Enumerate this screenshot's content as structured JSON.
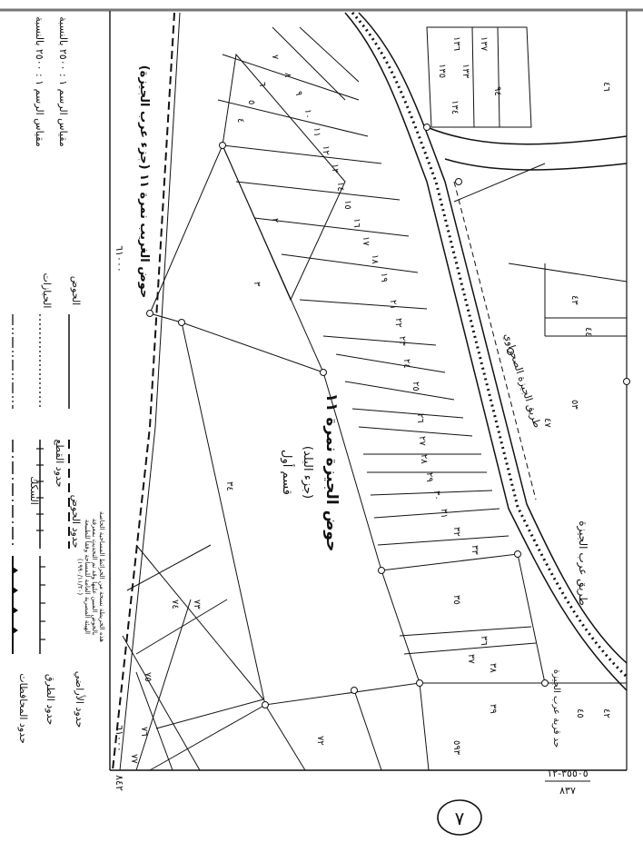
{
  "basin_title": "حوض الجيزة نمرة ١١",
  "basin_subtitle": "(جزء البلد)",
  "section_label": "قسم أول",
  "adjacent_basin_left": "حوض الغريب نمرة ١١ (جزء عرب الجيزة)",
  "road_label": "طريق عرب الجيزة",
  "road_upper_label": "طريق الجيزة الصحراوي",
  "border_note": "حد قرية عرب الجيزة",
  "sheet_code": "٣٥٥٠٥-١٢",
  "sheet_number": "٨٣٧",
  "page_number": "٧",
  "left_edge_code": "٨٤٢",
  "coord_top": "٦١٠٠٠",
  "coord_bottom": "٦١٠٠٠",
  "scale": {
    "line1": "مقياس الرسم ١ : ٢٥٠٠ بالنسبة",
    "line2": "مقياس الرسم ١ : ٢٥٠٠ بالنسبة"
  },
  "note": {
    "lines": [
      "هذه الخريطة نسخة من الخرائط المساحية الخاصة",
      "بالحوض المبين عليها وقد تم التحديث بمعرفة",
      "الهيئة المصرية العامة للمساحة وفقاً للطبيعة",
      "(١٩٩٠/١١/٢٠)"
    ]
  },
  "legend": {
    "items": [
      {
        "label": "حدود الحوض",
        "style": "dash"
      },
      {
        "label": "حدود القطع",
        "style": "plus"
      },
      {
        "label": "حدود الأراضي",
        "style": "dashdot"
      },
      {
        "label": "حدود الطرق",
        "style": "tick"
      },
      {
        "label": "السكك",
        "style": "dotdash"
      },
      {
        "label": "حدود المحافظات",
        "style": "tri"
      },
      {
        "label": "الحوض",
        "style": "thick"
      },
      {
        "label": "الحيازات",
        "style": "dot"
      }
    ]
  },
  "parcels": [
    {
      "label": "٣٤"
    },
    {
      "label": "٣"
    },
    {
      "label": "٢"
    },
    {
      "label": "٣٥"
    },
    {
      "label": "٣٦"
    },
    {
      "label": "٣٧"
    },
    {
      "label": "٣٨"
    },
    {
      "label": "٣٩"
    },
    {
      "label": "٣٢"
    },
    {
      "label": "٣٣"
    },
    {
      "label": "٣١"
    },
    {
      "label": "٣٠"
    },
    {
      "label": "٢٩"
    },
    {
      "label": "٢٨"
    },
    {
      "label": "٢٧"
    },
    {
      "label": "٢٦"
    },
    {
      "label": "٢٥"
    },
    {
      "label": "٢٤"
    },
    {
      "label": "٢٣"
    },
    {
      "label": "٢٢"
    },
    {
      "label": "٢١"
    },
    {
      "label": "١٩"
    },
    {
      "label": "١٨"
    },
    {
      "label": "١٧"
    },
    {
      "label": "١٦"
    },
    {
      "label": "١٥"
    },
    {
      "label": "١٤"
    },
    {
      "label": "١٣"
    },
    {
      "label": "١٢"
    },
    {
      "label": "١١"
    },
    {
      "label": "١٠"
    },
    {
      "label": "٩"
    },
    {
      "label": "٨"
    },
    {
      "label": "٧"
    },
    {
      "label": "٦"
    },
    {
      "label": "٥"
    },
    {
      "label": "٤"
    },
    {
      "label": "٧٤"
    },
    {
      "label": "٧٥"
    },
    {
      "label": "٧٦"
    },
    {
      "label": "٧٧"
    },
    {
      "label": "٧٣"
    },
    {
      "label": "٧٢"
    },
    {
      "label": "٤٣"
    },
    {
      "label": "٤٤"
    },
    {
      "label": "٤٥"
    },
    {
      "label": "٤٦"
    },
    {
      "label": "٤٧"
    },
    {
      "label": "٤٢"
    },
    {
      "label": "٥٣"
    },
    {
      "label": "٩٤"
    },
    {
      "label": "١٣٣"
    },
    {
      "label": "١٣٤"
    },
    {
      "label": "١٣٥"
    },
    {
      "label": "١٣٦"
    },
    {
      "label": "١٣٧"
    },
    {
      "label": "٥٩٣"
    }
  ]
}
